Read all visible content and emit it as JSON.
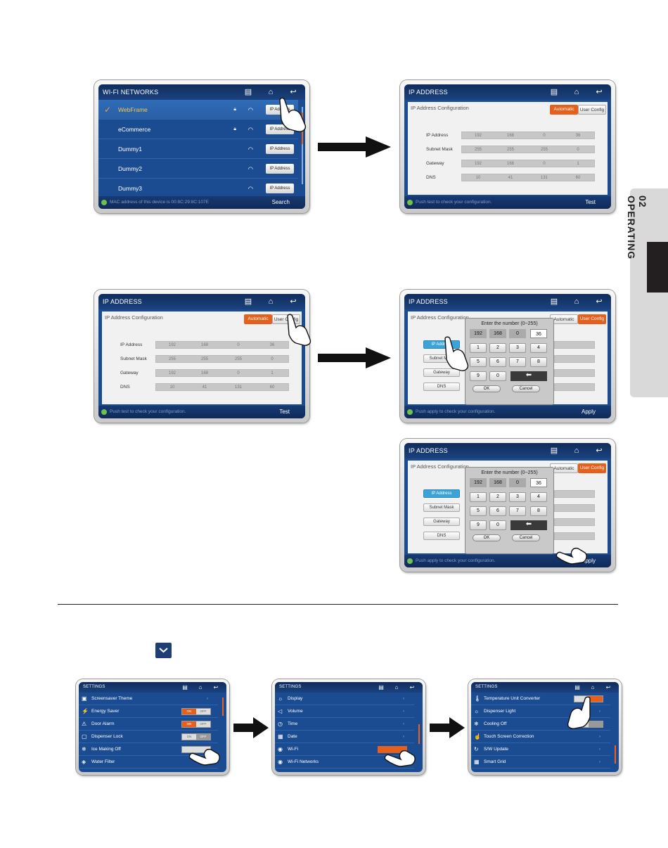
{
  "side_tab": {
    "label": "02 OPERATING"
  },
  "screen_wifi": {
    "title": "WI-FI NETWORKS",
    "networks": [
      {
        "name": "WebFrame",
        "button": "IP Address"
      },
      {
        "name": "eCommerce",
        "button": "IP Address"
      },
      {
        "name": "Dummy1",
        "button": "IP Address"
      },
      {
        "name": "Dummy2",
        "button": "IP Address"
      },
      {
        "name": "Dummy3",
        "button": "IP Address"
      }
    ],
    "status": "MAC address of this device is 00:8C:29:8C:107E",
    "action": "Search"
  },
  "ip_config": {
    "title": "IP ADDRESS",
    "heading": "IP Address Configuration",
    "mode_auto": "Automatic",
    "mode_user": "User Config",
    "fields": [
      {
        "label": "IP Address",
        "values": [
          "192",
          "168",
          "0",
          "36"
        ]
      },
      {
        "label": "Subnet Mask",
        "values": [
          "255",
          "255",
          "255",
          "0"
        ]
      },
      {
        "label": "Gateway",
        "values": [
          "192",
          "168",
          "0",
          "1"
        ]
      },
      {
        "label": "DNS",
        "values": [
          "10",
          "41",
          "131",
          "60"
        ]
      }
    ],
    "status_test": "Push test to check your configuration.",
    "action_test": "Test",
    "status_apply": "Push apply to check your configuration.",
    "action_apply": "Apply",
    "buttons": [
      "IP Address",
      "Subnet Mask",
      "Gateway",
      "DNS"
    ]
  },
  "keypad": {
    "title": "Enter the number (0~255)",
    "values": [
      "192",
      "168",
      "0",
      "36"
    ],
    "keys": [
      "1",
      "2",
      "3",
      "4",
      "5",
      "6",
      "7",
      "8",
      "9",
      "0"
    ],
    "backspace": "⬅",
    "ok": "OK",
    "cancel": "Cancel"
  },
  "settings1": {
    "title": "SETTINGS",
    "rows": [
      "Screensaver Theme",
      "Energy Saver",
      "Door Alarm",
      "Dispenser Lock",
      "Ice Making Off",
      "Water Filter"
    ],
    "on": "ON",
    "off": "OFF"
  },
  "settings2": {
    "title": "SETTINGS",
    "rows": [
      "Display",
      "Volume",
      "Time",
      "Date",
      "Wi-Fi",
      "Wi-Fi Networks"
    ]
  },
  "settings3": {
    "title": "SETTINGS",
    "rows": [
      "Temperature Unit Converter",
      "Dispenser Light",
      "Cooling Off",
      "Touch Screen Correction",
      "S/W Update",
      "Smart Grid"
    ]
  },
  "colors": {
    "accent": "#e5601c",
    "screen_blue": "#1b4c91",
    "selected_blue": "#3ba3d6"
  }
}
